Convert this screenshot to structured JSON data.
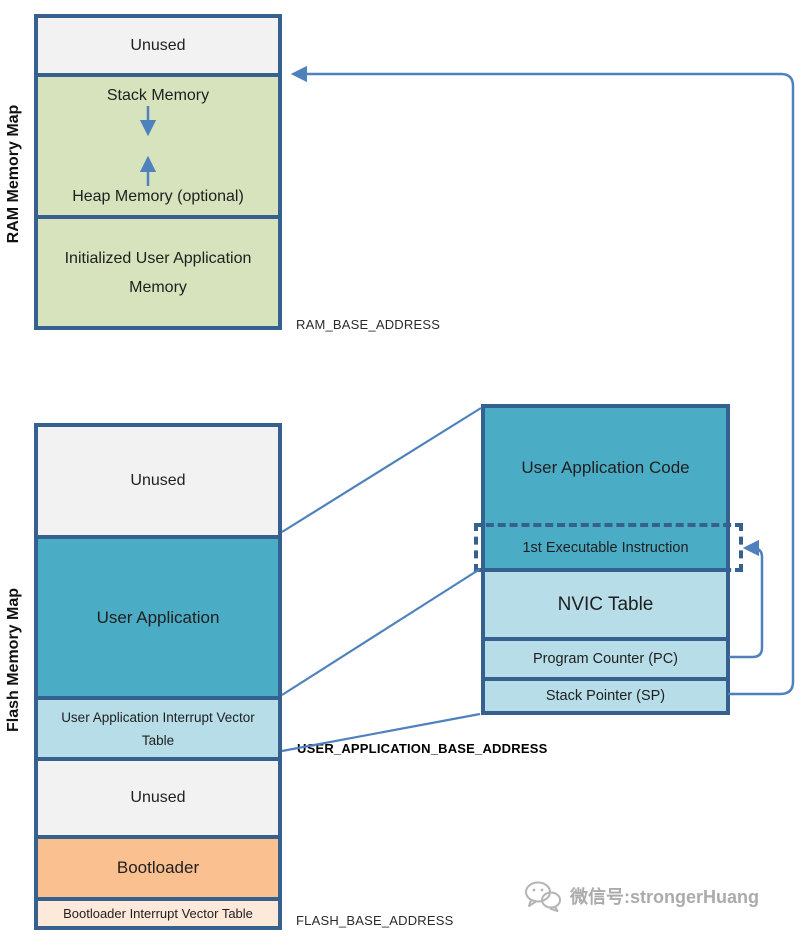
{
  "ram": {
    "label": "RAM Memory Map",
    "base_address": "RAM_BASE_ADDRESS",
    "sections": {
      "unused": "Unused",
      "stack": "Stack Memory",
      "heap": "Heap Memory (optional)",
      "init_user_app_memory": "Initialized User Application Memory"
    }
  },
  "flash": {
    "label": "Flash Memory Map",
    "base_address": "FLASH_BASE_ADDRESS",
    "user_app_base_address": "USER_APPLICATION_BASE_ADDRESS",
    "sections": {
      "unused_top": "Unused",
      "user_app": "User Application",
      "user_app_ivt": "User Application Interrupt Vector Table",
      "unused_mid": "Unused",
      "bootloader": "Bootloader",
      "bootloader_ivt": "Bootloader Interrupt Vector Table"
    }
  },
  "detail": {
    "sections": {
      "code": "User Application Code",
      "first_instruction": "1st Executable Instruction",
      "nvic": "NVIC Table",
      "pc": "Program Counter (PC)",
      "sp": "Stack Pointer (SP)"
    }
  },
  "connectors": {
    "sp_to_ram": "stack-pointer-to-ram-stack-top",
    "pc_to_first_instruction": "program-counter-to-first-instruction",
    "user_app_top_to_detail_top": "user-app-top-to-detail-box-top",
    "user_app_bottom_to_nvic": "user-app-bottom-to-nvic-top",
    "base_address_to_detail_bottom": "user-app-base-address-to-detail-box-bottom"
  },
  "watermark": {
    "text": "微信号:strongerHuang",
    "icon": "wechat-icon"
  },
  "colors": {
    "border": "#36618F",
    "teal": "#4BACC6",
    "light_blue": "#B6DDE8",
    "green": "#D6E3BC",
    "gray": "#F2F2F2",
    "orange": "#FAC090",
    "peach": "#FDE9D9",
    "connector_line": "#4F81BD"
  }
}
